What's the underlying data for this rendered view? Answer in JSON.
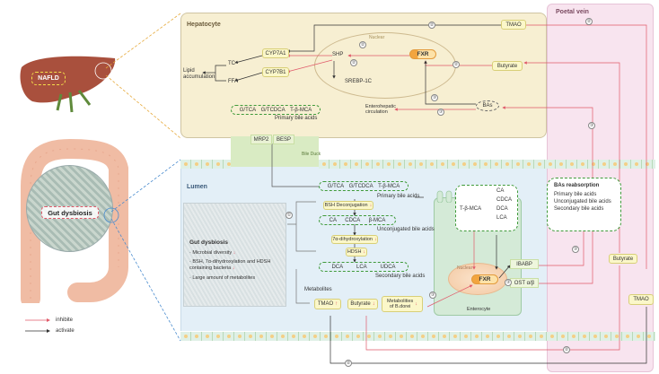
{
  "hepatocyte": {
    "title": "Hepatocyte",
    "nuclear": "Nuclear",
    "cyp7a1": "CYP7A1",
    "cyp7b1": "CYP7B1",
    "tc": "TC",
    "ffa": "FFA",
    "lipid": "Lipid\naccumulation",
    "shp": "SHP",
    "srebp": "SREBP-1C",
    "fxr": "FXR",
    "butyrate": "Butyrate",
    "tmao": "TMAO",
    "bas": "BAs",
    "enterohepatic": "Enterohepatic\ncirculation",
    "primary_items": [
      "G/TCA",
      "G/TCDCA",
      "T-β-MCA"
    ],
    "primary_label": "Primary bile acids",
    "mrp2": "MRP2",
    "besp": "BESP",
    "bile_duck": "Bile Duck"
  },
  "liver": {
    "label": "NAFLD"
  },
  "gut": {
    "label": "Gut dysbiosis"
  },
  "portal": {
    "title": "Poetal vein",
    "butyrate": "Butyrate",
    "tmao": "TMAO"
  },
  "lumen": {
    "title": "Lumen",
    "primary_items": [
      "G/TCA",
      "G/TCDCA",
      "T-β-MCA"
    ],
    "primary_label": "Primary bile acids",
    "bsh": "BSH Deconjugation",
    "unconj_items": [
      "CA",
      "CDCA",
      "β-MCA"
    ],
    "unconj_label": "Unconjugated bile acids",
    "dehydrox": "7α-dihydroxylation",
    "hdsh": "HDSH",
    "secondary_items": [
      "DCA",
      "LCA",
      "UDCA"
    ],
    "secondary_label": "Secondary bile acids",
    "dysbiosis_title": "Gut dysbiosis",
    "dysbiosis_items": [
      "· Microbial diversity",
      "· BSH, 7α-dihydroxylation and HDSH containing bacteria",
      "· Large amount of metabolites"
    ],
    "metabolites": "Metabolites",
    "tmao": "TMAO",
    "butyrate": "Butyrate",
    "metab_bdorei": "Metabolities\nof B.dorei"
  },
  "enterocyte": {
    "title": "Enterocyte",
    "nuclear": "Nuclear",
    "fxr": "FXR",
    "tbmca": "T-β-MCA",
    "ligands": [
      "CA",
      "CDCA",
      "DCA",
      "LCA"
    ],
    "ibabp": "IBABP",
    "ost": "OST α/β"
  },
  "reabsorption": {
    "title": "BAs reabsorption",
    "items": [
      "Primary bile acids",
      "Unconjugated bile acids",
      "Secondary bile acids"
    ]
  },
  "legend": {
    "inhibit": "inhibite",
    "activate": "activate"
  },
  "steps": {
    "one": "①",
    "two": "②",
    "three": "③"
  },
  "colors": {
    "inhibit": "#e05a6a",
    "activate": "#333333",
    "hepatocyte_bg": "#f7efd2",
    "lumen_bg": "#e3eff7",
    "portal_bg": "#f7e4ee",
    "dashed_green": "#3f9a3a"
  }
}
